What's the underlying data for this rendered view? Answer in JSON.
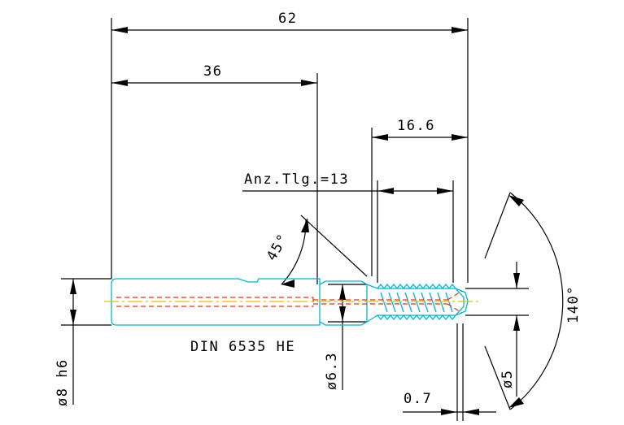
{
  "dimensions": {
    "overall_length": "62",
    "shank_length": "36",
    "neck_length": "16.6",
    "tooth_length": "Anz.Tlg.=13",
    "chamfer_angle": "45°",
    "point_angle": "140°",
    "shank_diameter": "ø8 h6",
    "neck_diameter": "ø6.3",
    "inner_diameter": "ø5",
    "tip_offset": "0.7",
    "standard": "DIN 6535 HE"
  },
  "colors": {
    "outline": "#00b4d8",
    "coolant_channel": "#e0301e",
    "center_line": "#e8c000",
    "dimension": "#000000"
  }
}
